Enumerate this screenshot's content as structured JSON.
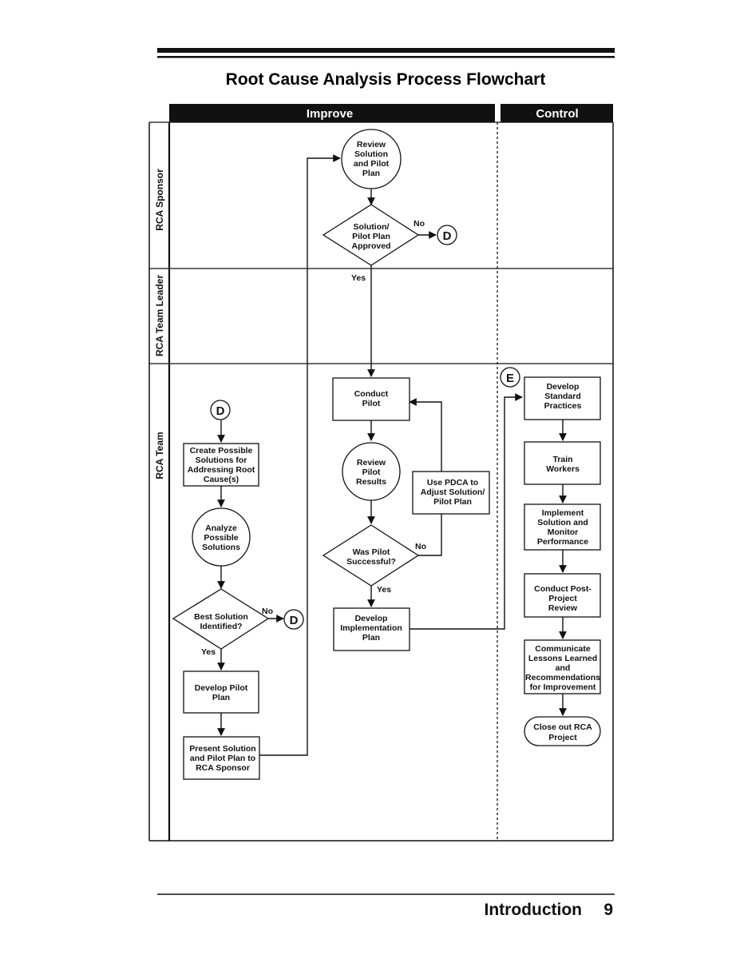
{
  "page": {
    "title": "Root Cause Analysis Process Flowchart",
    "footer_section": "Introduction",
    "page_number": "9"
  },
  "phases": {
    "improve": "Improve",
    "control": "Control"
  },
  "lanes": {
    "sponsor": "RCA Sponsor",
    "leader": "RCA Team Leader",
    "team": "RCA Team"
  },
  "nodes": {
    "review_solution": [
      "Review",
      "Solution",
      "and Pilot",
      "Plan"
    ],
    "approved": [
      "Solution/",
      "Pilot Plan",
      "Approved"
    ],
    "create_solutions": [
      "Create Possible",
      "Solutions for",
      "Addressing Root",
      "Cause(s)"
    ],
    "analyze": [
      "Analyze",
      "Possible",
      "Solutions"
    ],
    "best_solution": [
      "Best Solution",
      "Identified?"
    ],
    "develop_pilot": [
      "Develop Pilot",
      "Plan"
    ],
    "present": [
      "Present Solution",
      "and Pilot Plan to",
      "RCA Sponsor"
    ],
    "conduct_pilot": [
      "Conduct",
      "Pilot"
    ],
    "review_pilot": [
      "Review",
      "Pilot",
      "Results"
    ],
    "use_pdca": [
      "Use PDCA to",
      "Adjust Solution/",
      "Pilot Plan"
    ],
    "was_pilot": [
      "Was Pilot",
      "Successful?"
    ],
    "develop_impl": [
      "Develop",
      "Implementation",
      "Plan"
    ],
    "develop_std": [
      "Develop",
      "Standard",
      "Practices"
    ],
    "train": [
      "Train",
      "Workers"
    ],
    "implement": [
      "Implement",
      "Solution and",
      "Monitor",
      "Performance"
    ],
    "conduct_post": [
      "Conduct Post-",
      "Project",
      "Review"
    ],
    "communicate": [
      "Communicate",
      "Lessons Learned",
      "and",
      "Recommendations",
      "for Improvement"
    ],
    "close_out": [
      "Close out RCA",
      "Project"
    ]
  },
  "connectors": {
    "d": "D",
    "e": "E"
  },
  "labels": {
    "yes": "Yes",
    "no": "No"
  }
}
